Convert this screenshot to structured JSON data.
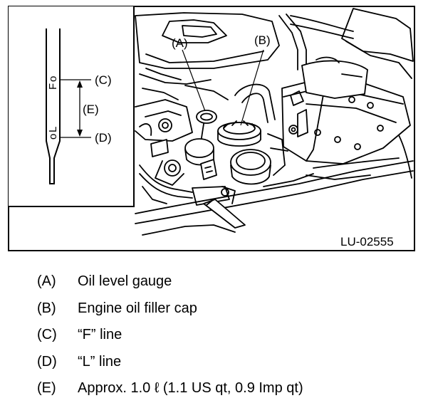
{
  "figure": {
    "code": "LU-02555",
    "callouts": {
      "A": "(A)",
      "B": "(B)",
      "C": "(C)",
      "D": "(D)",
      "E": "(E)"
    },
    "dipstick_marks": {
      "full": "F",
      "low": "L"
    }
  },
  "legend": [
    {
      "key": "(A)",
      "text": "Oil level gauge"
    },
    {
      "key": "(B)",
      "text": "Engine oil filler cap"
    },
    {
      "key": "(C)",
      "text": "“F” line"
    },
    {
      "key": "(D)",
      "text": "“L” line"
    },
    {
      "key": "(E)",
      "text": "Approx. 1.0 ℓ (1.1 US qt, 0.9 Imp qt)"
    }
  ]
}
